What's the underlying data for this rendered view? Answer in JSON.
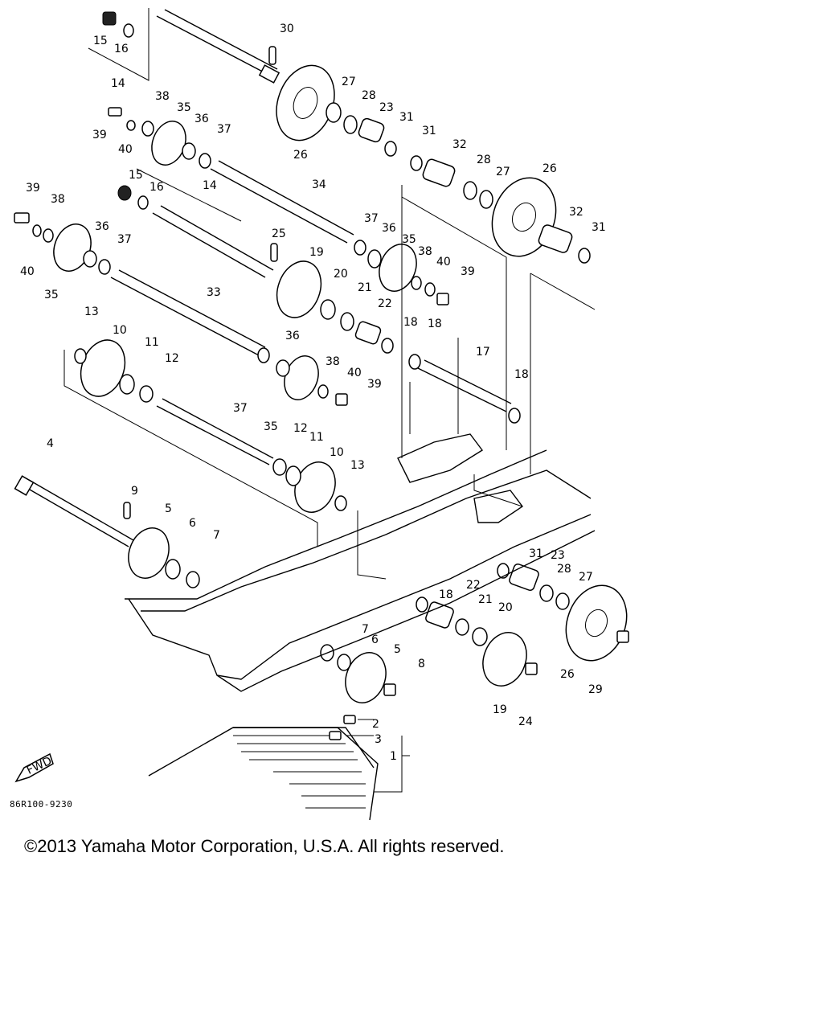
{
  "diagram": {
    "drawing_code": "86R100-9230",
    "fwd_label": "FWD",
    "callouts": [
      "1",
      "2",
      "3",
      "4",
      "5",
      "6",
      "7",
      "8",
      "9",
      "10",
      "11",
      "12",
      "13",
      "14",
      "15",
      "16",
      "17",
      "18",
      "19",
      "20",
      "21",
      "22",
      "23",
      "24",
      "25",
      "26",
      "27",
      "28",
      "29",
      "30",
      "31",
      "32",
      "33",
      "34",
      "35",
      "36",
      "37",
      "38",
      "39",
      "40"
    ]
  },
  "footer": {
    "copyright": "©2013 Yamaha Motor Corporation, U.S.A. All rights reserved."
  }
}
